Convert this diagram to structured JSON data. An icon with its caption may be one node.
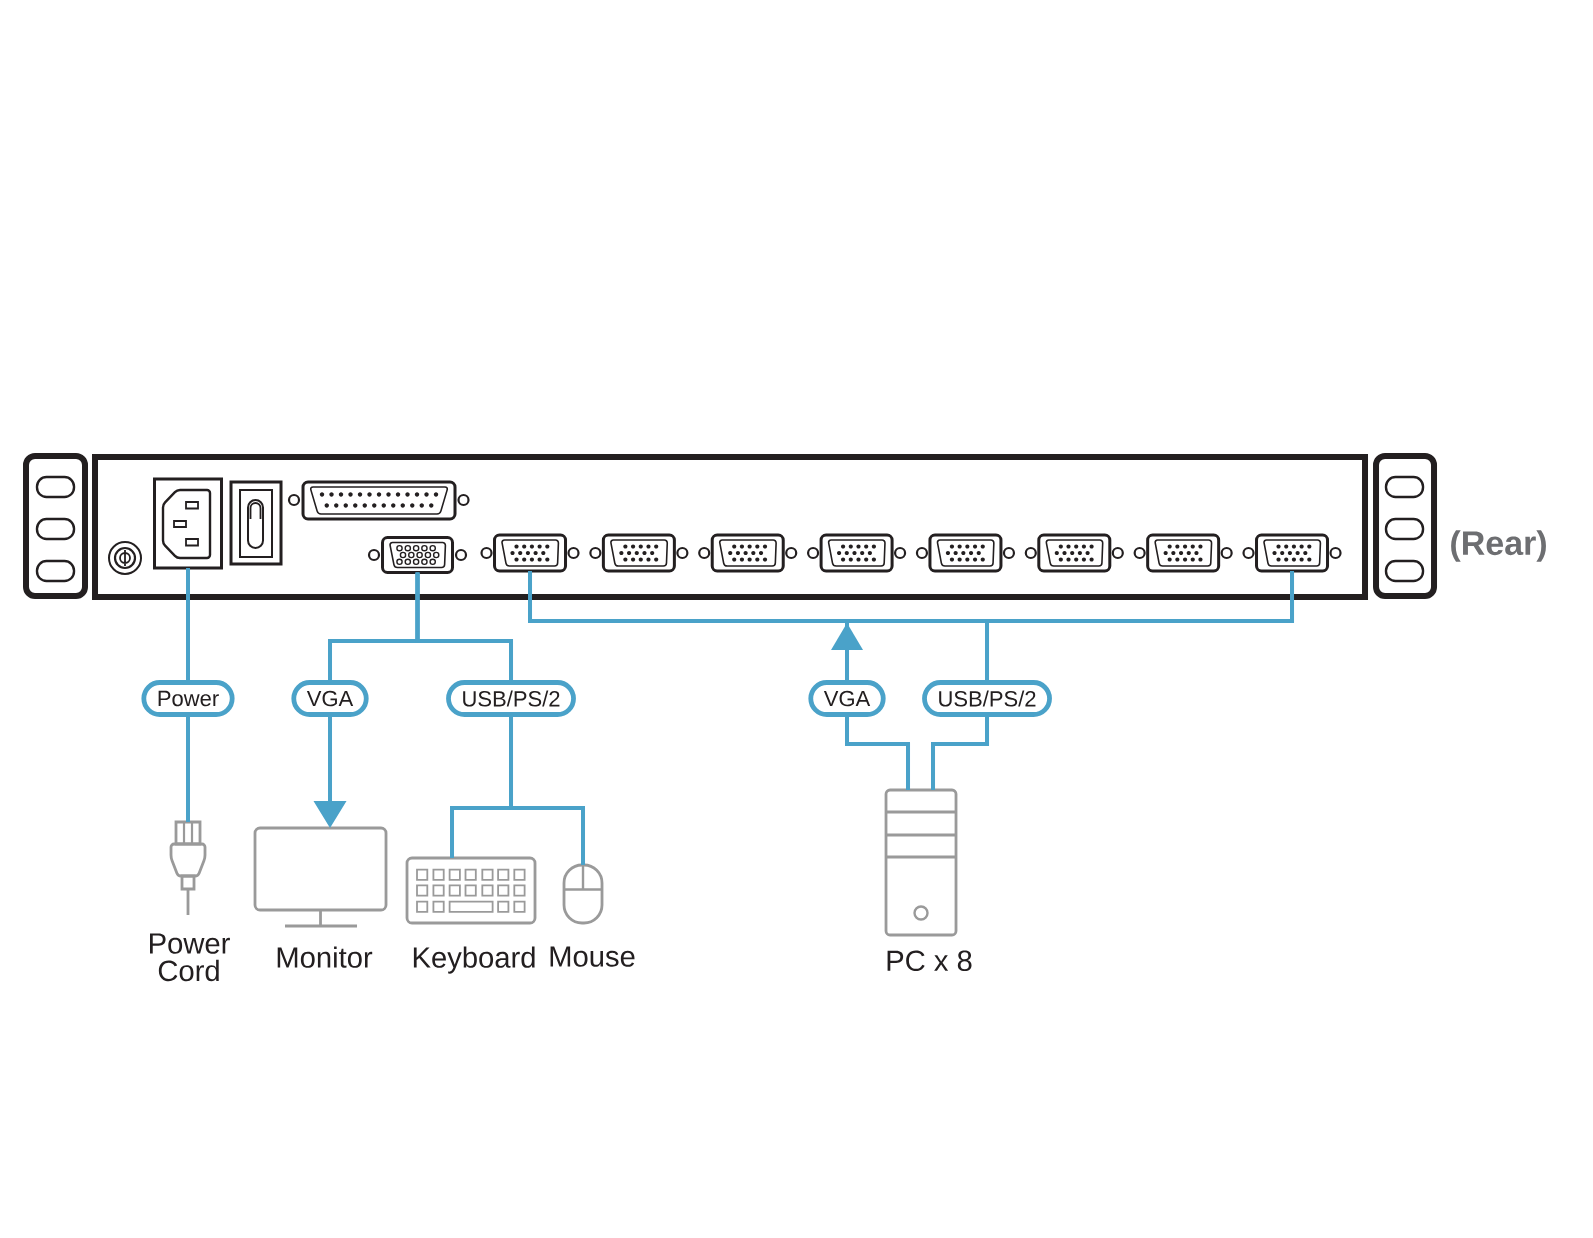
{
  "diagram": {
    "nodes": [
      {
        "text": [],
        "shape": "box",
        "beside": [
          "(Rear)"
        ]
      },
      {
        "text": [],
        "shape": "picture",
        "in": 0
      },
      {
        "text": [],
        "shape": "picture",
        "in": 0
      },
      {
        "text": [],
        "shape": "picture",
        "in": 0
      },
      {
        "text": [],
        "shape": "picture",
        "in": 0
      },
      {
        "text": [],
        "shape": "picture",
        "in": 0
      },
      {
        "text": [],
        "shape": "picture",
        "in": 0
      },
      {
        "text": [],
        "shape": "picture",
        "in": 0
      },
      {
        "text": [],
        "shape": "picture",
        "in": 0
      },
      {
        "text": [],
        "shape": "picture",
        "in": 0
      },
      {
        "text": [],
        "shape": "picture",
        "in": 0
      },
      {
        "text": [
          "Power Cord"
        ]
      },
      {
        "text": [
          "Monitor"
        ]
      },
      {
        "text": [
          "Keyboard"
        ]
      },
      {
        "text": [
          "Mouse"
        ]
      },
      {
        "text": [
          "PC x 8"
        ]
      }
    ],
    "edges": [
      {
        "from": 1,
        "to": 11,
        "arrow": "none",
        "label": "Power"
      },
      {
        "from": 2,
        "to": 12,
        "arrow": "to",
        "label": "VGA"
      },
      {
        "from": 2,
        "to": 13,
        "arrow": "none",
        "label": "USB/PS/2"
      },
      {
        "from": 2,
        "to": 14,
        "arrow": "none"
      },
      {
        "from": 15,
        "to": 3,
        "arrow": "to",
        "label": "VGA"
      },
      {
        "from": 15,
        "to": 10,
        "arrow": "to"
      },
      {
        "from": 15,
        "to": 3,
        "arrow": "none",
        "label": "USB/PS/2"
      },
      {
        "from": 15,
        "to": 10,
        "arrow": "none"
      }
    ]
  }
}
